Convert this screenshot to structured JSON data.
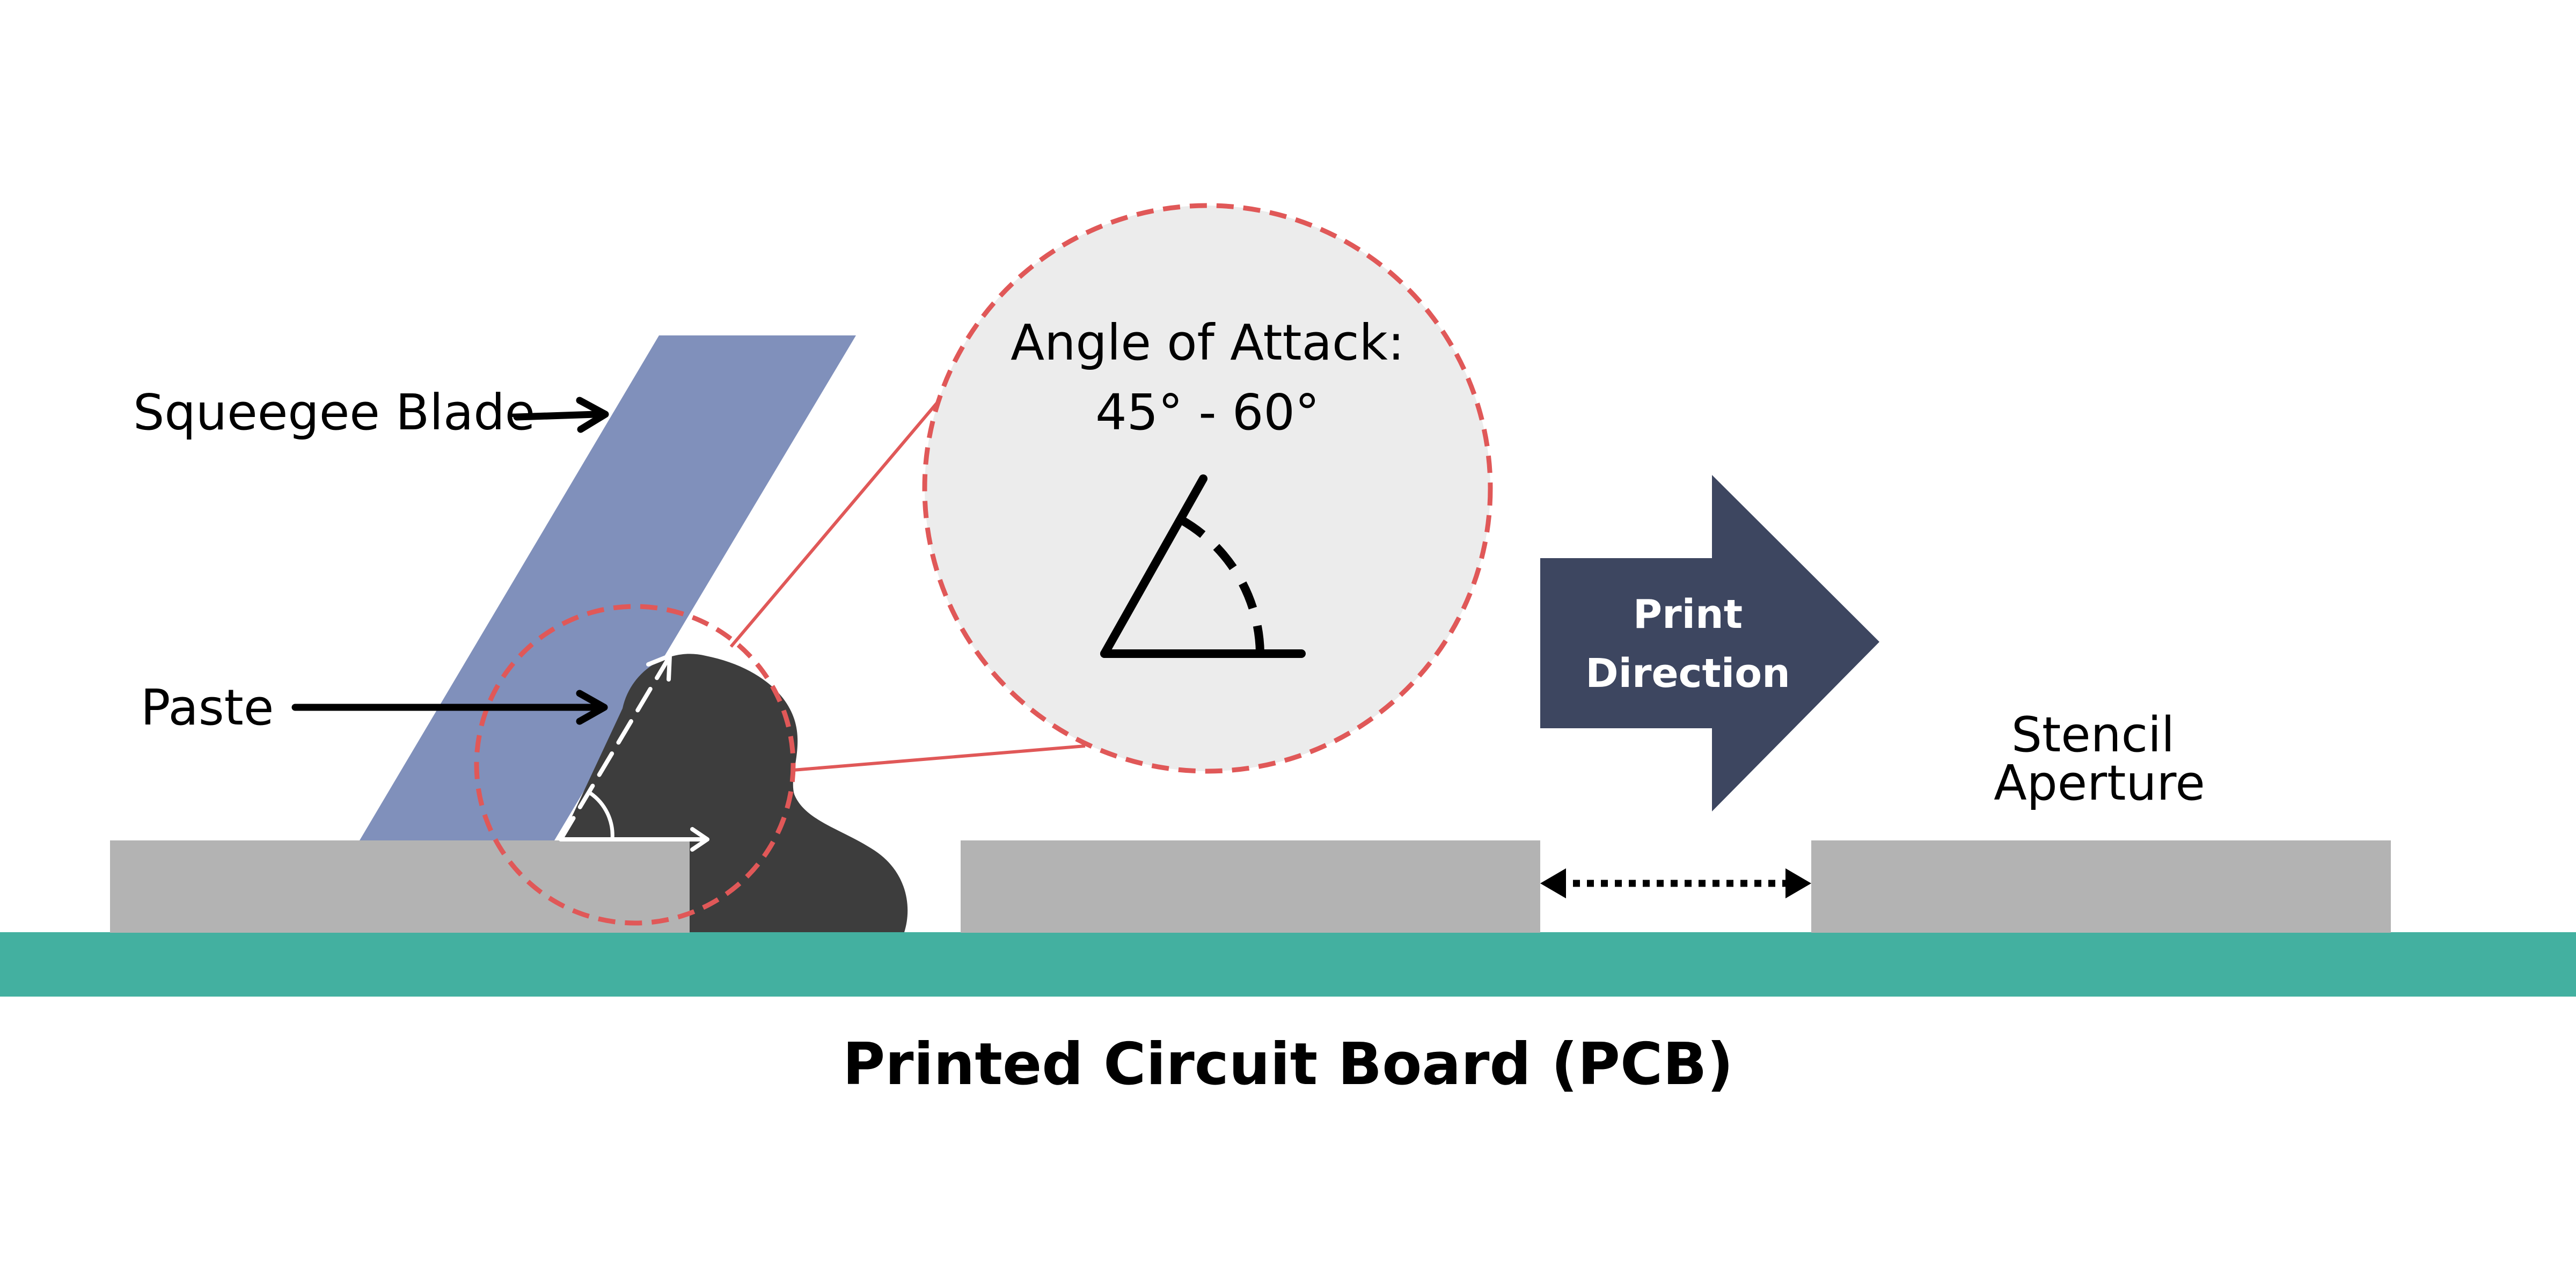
{
  "labels": {
    "squeegee_blade": "Squeegee Blade",
    "paste": "Paste",
    "angle_title": "Angle of Attack:",
    "angle_range": "45° - 60°",
    "print_direction_line1": "Print",
    "print_direction_line2": "Direction",
    "stencil_line1": "Stencil",
    "stencil_line2": "Aperture",
    "pcb": "Printed Circuit Board (PCB)"
  },
  "colors": {
    "background": "#ffffff",
    "blade": "#8090bb",
    "paste": "#3d3d3d",
    "stencil": "#b3b3b3",
    "pcb": "#43b0a0",
    "magnifier_fill": "#ececec",
    "magnifier_outline": "#e05858",
    "print_arrow": "#3d4660",
    "text": "#000000"
  },
  "icons": {
    "angle": "angle-icon",
    "print_direction": "arrow-right-icon",
    "aperture_gap": "double-arrow-icon"
  }
}
